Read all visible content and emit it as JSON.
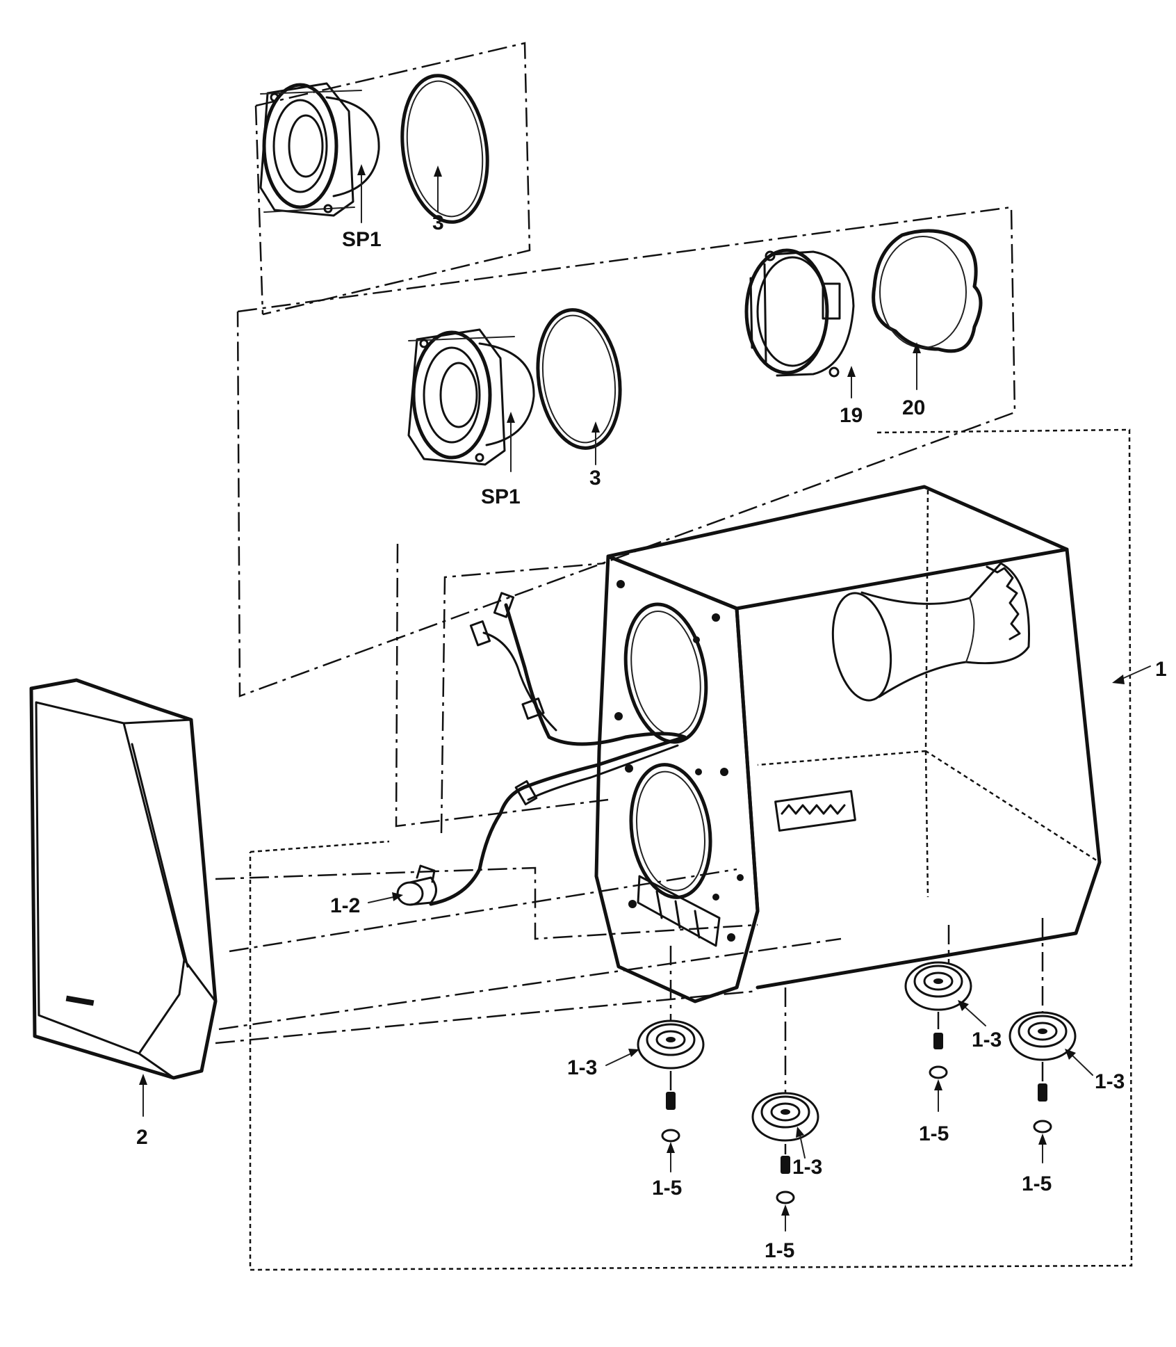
{
  "diagram": {
    "callouts": {
      "sp1_top": "SP1",
      "ring_top": "3",
      "sp1_mid": "SP1",
      "ring_mid": "3",
      "port_19": "19",
      "gasket_20": "20",
      "cabinet_1": "1",
      "terminal_1_2": "1-2",
      "grille_2": "2",
      "foot_a": "1-3",
      "foot_b": "1-3",
      "foot_c": "1-3",
      "foot_d": "1-3",
      "screw_a": "1-5",
      "screw_b": "1-5",
      "screw_c": "1-5",
      "screw_d": "1-5"
    }
  }
}
